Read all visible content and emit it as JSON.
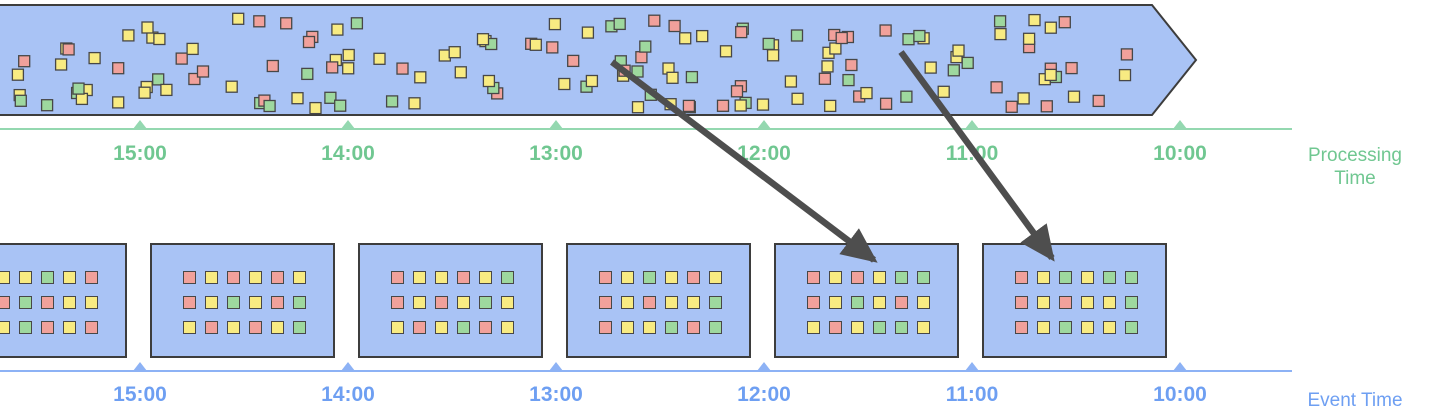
{
  "colors": {
    "stream_fill": "#a9c3f5",
    "stream_stroke": "#3d3d3d",
    "square_stroke": "#474747",
    "event_red": "#f1a19b",
    "event_yellow": "#f8eb82",
    "event_green": "#9ed89e",
    "processing_line": "#94d8b0",
    "processing_text": "#70c791",
    "event_line": "#8db2f5",
    "event_text": "#6e9ff2",
    "arrow_dark": "#4e4e4e"
  },
  "stream": {
    "square_count": 150,
    "square_size": 11
  },
  "processing_axis": {
    "title_line1": "Processing",
    "title_line2": "Time",
    "ticks": [
      "15:00",
      "14:00",
      "13:00",
      "12:00",
      "11:00",
      "10:00"
    ]
  },
  "event_axis": {
    "title": "Event Time",
    "ticks": [
      "15:00",
      "14:00",
      "13:00",
      "12:00",
      "11:00",
      "10:00"
    ]
  },
  "windows": [
    {
      "grid": [
        "ryygyr",
        "yrgryy",
        "rygryr"
      ]
    },
    {
      "grid": [
        "ryryry",
        "rygyrg",
        "yryryg"
      ]
    },
    {
      "grid": [
        "ryyryg",
        "ryrygy",
        "yrygry"
      ]
    },
    {
      "grid": [
        "rygyry",
        "ryryyg",
        "ryygrg"
      ]
    },
    {
      "grid": [
        "ryrygg",
        "rygyry",
        "yryggy"
      ]
    },
    {
      "grid": [
        "rygygg",
        "ryryyg",
        "rygyyg"
      ]
    }
  ]
}
